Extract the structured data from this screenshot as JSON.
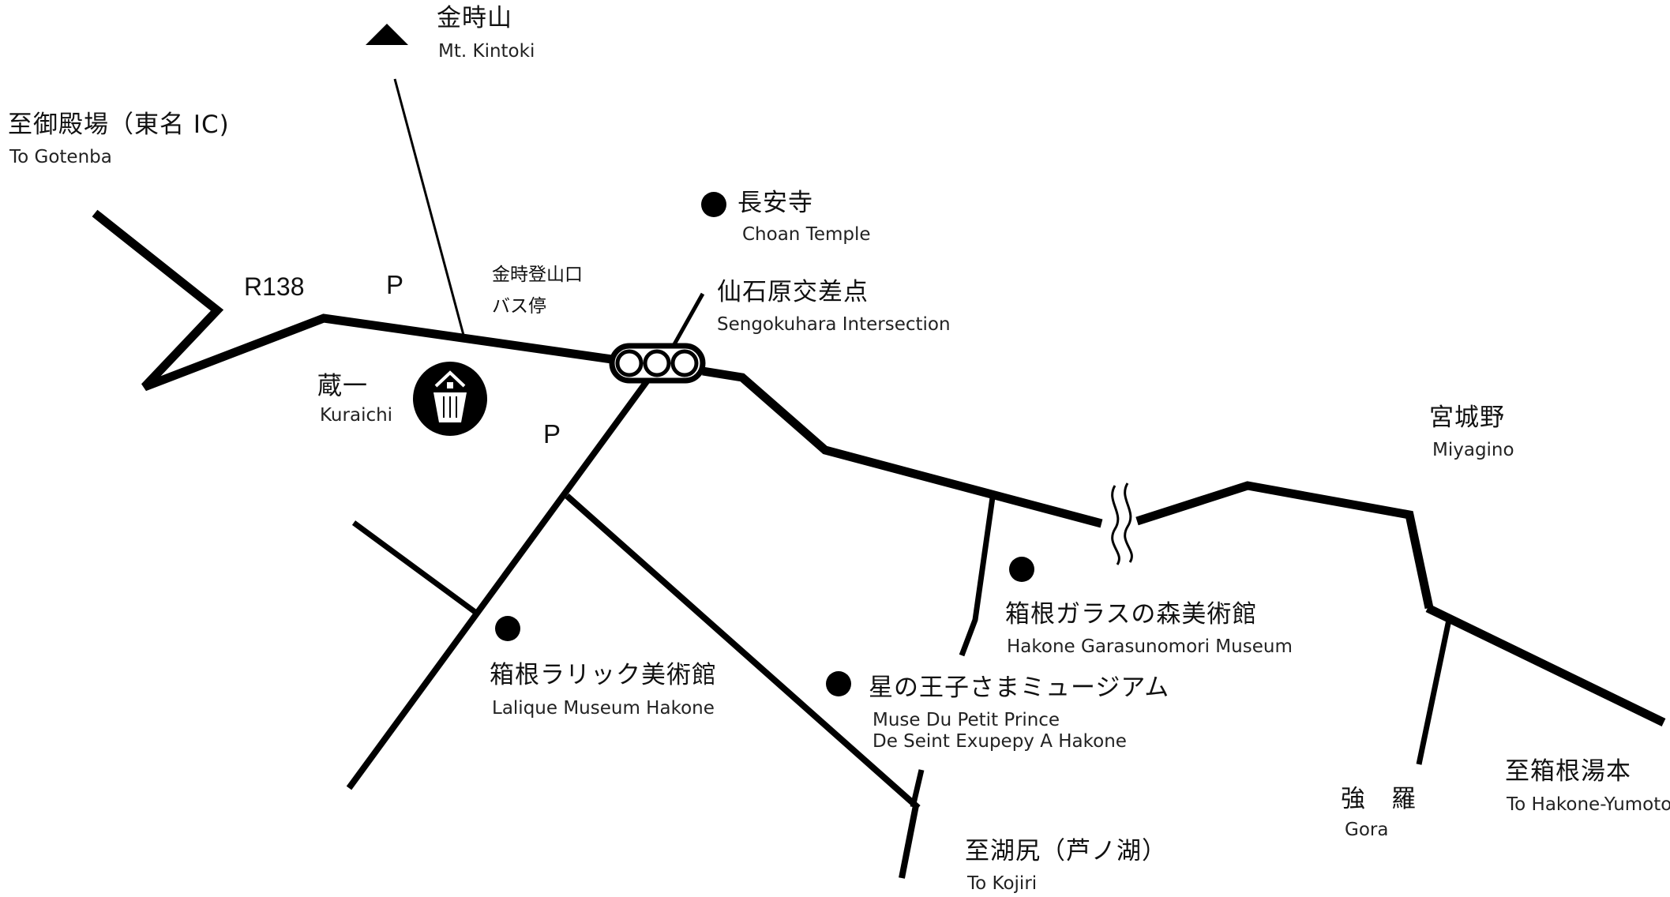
{
  "destinations": {
    "gotenba": {
      "jp": "至御殿場（東名 IC)",
      "en": "To Gotenba"
    },
    "kojiri": {
      "jp": "至湖尻（芦ノ湖）",
      "en": "To Kojiri"
    },
    "yumoto": {
      "jp": "至箱根湯本",
      "en": "To Hakone-Yumoto"
    }
  },
  "landmarks": {
    "mt_kintoki": {
      "jp": "金時山",
      "en": "Mt. Kintoki",
      "icon": "mountain-peak-icon"
    },
    "choan": {
      "jp": "長安寺",
      "en": "Choan Temple"
    },
    "sengokuhara": {
      "jp": "仙石原交差点",
      "en": "Sengokuhara Intersection",
      "icon": "traffic-signal-icon"
    },
    "kuraichi": {
      "jp": "蔵一",
      "en": "Kuraichi",
      "icon": "kuraichi-logo-icon"
    },
    "bus_stop": {
      "line1": "金時登山口",
      "line2": "バス停"
    },
    "lalique": {
      "jp": "箱根ラリック美術館",
      "en": "Lalique Museum Hakone"
    },
    "petit_prince": {
      "jp": "星の王子さまミュージアム",
      "en_line1": "Muse Du Petit Prince",
      "en_line2": "De Seint Exupepy A Hakone"
    },
    "glass_forest": {
      "jp": "箱根ガラスの森美術館",
      "en": "Hakone Garasunomori  Museum"
    },
    "miyagino": {
      "jp": "宮城野",
      "en": "Miyagino",
      "icon": "hot-spring-icon"
    },
    "gora": {
      "jp": "強　羅",
      "en": "Gora"
    }
  },
  "roads": {
    "r138": "R138"
  },
  "parking": {
    "p1": "P",
    "p2": "P"
  },
  "colors": {
    "road": "#000000",
    "background": "#ffffff",
    "text": "#111111"
  }
}
